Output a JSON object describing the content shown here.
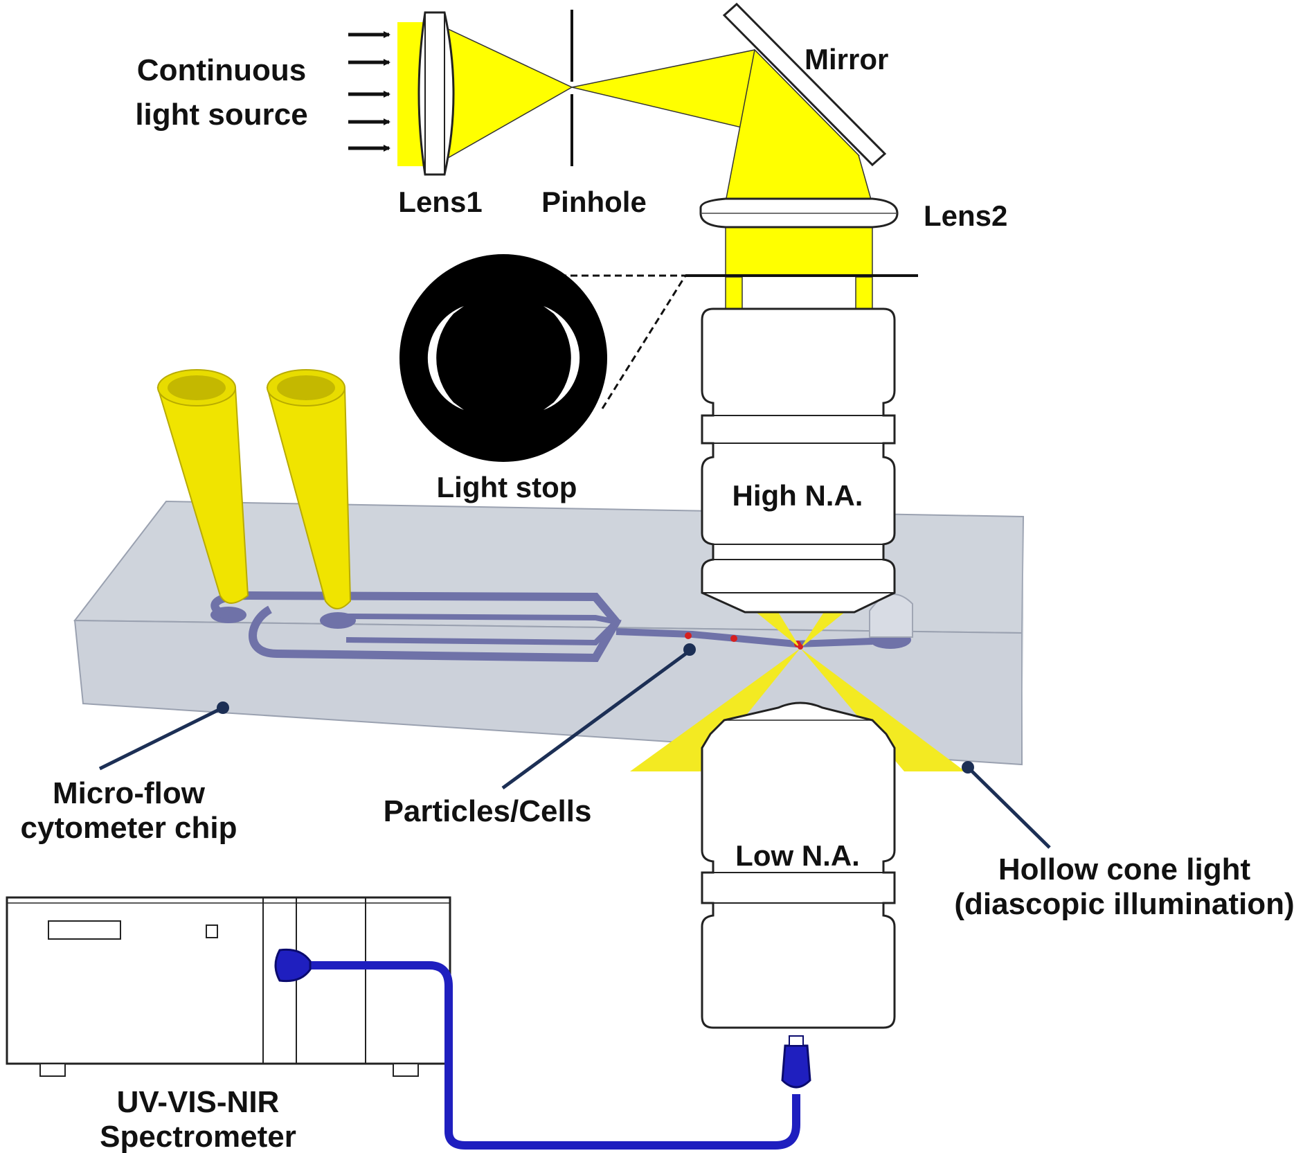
{
  "labels": {
    "light_source_line1": "Continuous",
    "light_source_line2": "light source",
    "lens1": "Lens1",
    "pinhole": "Pinhole",
    "mirror": "Mirror",
    "lens2": "Lens2",
    "light_stop": "Light stop",
    "high_na": "High N.A.",
    "low_na": "Low N.A.",
    "chip_line1": "Micro-flow",
    "chip_line2": "cytometer chip",
    "particles": "Particles/Cells",
    "hollow_line1": "Hollow cone light",
    "hollow_line2": "(diascopic illumination)",
    "spectrometer_line1": "UV-VIS-NIR",
    "spectrometer_line2": "Spectrometer"
  },
  "colors": {
    "light_yellow": "#ffff00",
    "cone_yellow": "#f3ea22",
    "chip_gray": "#c7ccd6",
    "channel_blue": "#6f72a8",
    "fiber_blue": "#1f1fbf",
    "leader_navy": "#1c2f55",
    "particle_red": "#d62020"
  }
}
